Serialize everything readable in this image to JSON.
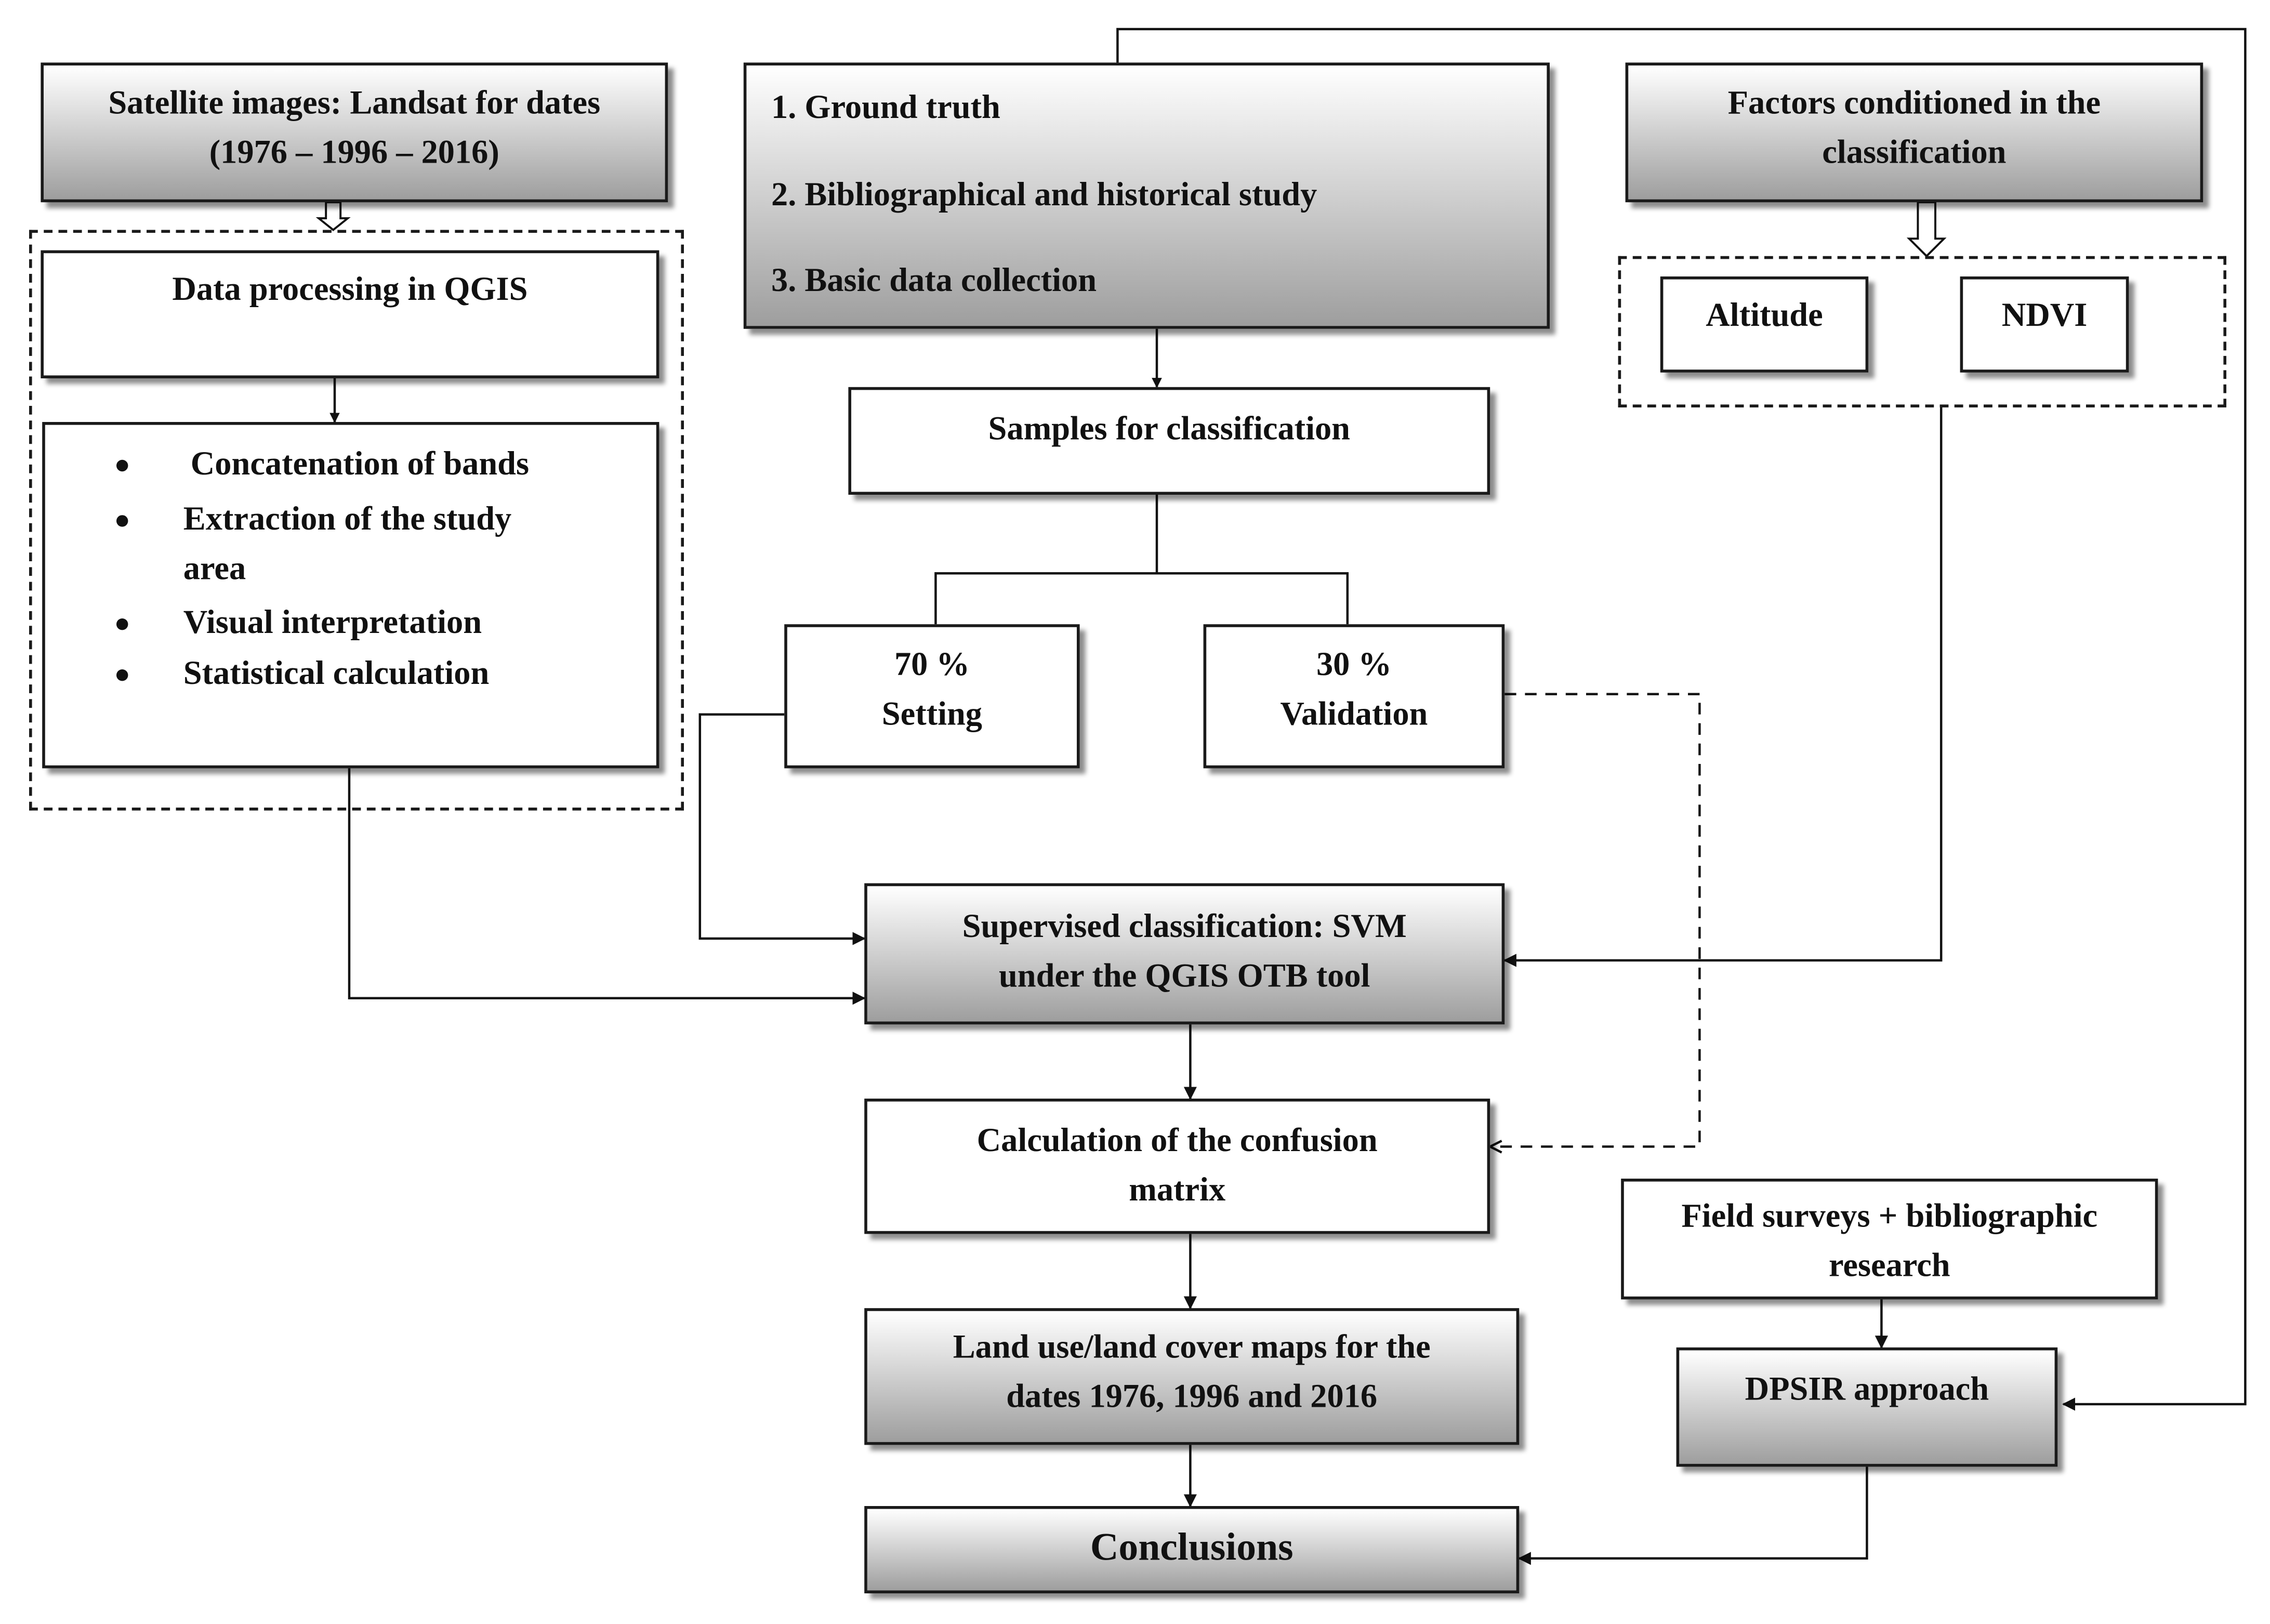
{
  "satellite": {
    "line1": "Satellite images: Landsat for dates",
    "line2": "(1976 – 1996 – 2016)"
  },
  "inputs": {
    "item1": "1. Ground truth",
    "item2": "2. Bibliographical and historical study",
    "item3": "3. Basic data collection"
  },
  "factors": {
    "line1": "Factors conditioned in the",
    "line2": "classification"
  },
  "factor_altitude": "Altitude",
  "factor_ndvi": "NDVI",
  "processing": {
    "title": "Data processing in QGIS",
    "step1": "Concatenation of bands",
    "step2_line1": "Extraction of the study",
    "step2_line2": "area",
    "step3": "Visual interpretation",
    "step4": "Statistical calculation"
  },
  "samples": "Samples for classification",
  "setting": {
    "pct": "70 %",
    "label": "Setting"
  },
  "validation": {
    "pct": "30 %",
    "label": "Validation"
  },
  "svm": {
    "line1": "Supervised classification: SVM",
    "line2": "under the QGIS OTB tool"
  },
  "confusion": {
    "line1": "Calculation of the confusion",
    "line2": "matrix"
  },
  "maps": {
    "line1": "Land use/land cover maps for the",
    "line2": "dates 1976, 1996 and 2016"
  },
  "conclusions": "Conclusions",
  "field": {
    "line1": "Field surveys + bibliographic",
    "line2": "research"
  },
  "dpsir": "DPSIR approach"
}
